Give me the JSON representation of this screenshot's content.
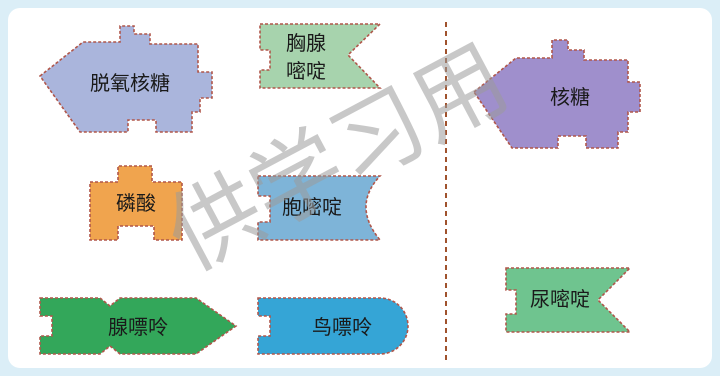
{
  "pieces": {
    "deoxyribose": {
      "label": "脱氧核糖",
      "icon": "deoxyribose-pentagon-shape",
      "color": "#aab5dc"
    },
    "thymine": {
      "label_line1": "胸腺",
      "label_line2": "嘧啶",
      "icon": "thymine-flag-shape",
      "color": "#a7d3ad"
    },
    "phosphate": {
      "label": "磷酸",
      "icon": "phosphate-block-shape",
      "color": "#f0a44e"
    },
    "cytosine": {
      "label": "胞嘧啶",
      "icon": "cytosine-notched-shape",
      "color": "#7eb4d8"
    },
    "adenine": {
      "label": "腺嘌呤",
      "icon": "adenine-arrow-shape",
      "color": "#33a75a"
    },
    "guanine": {
      "label": "鸟嘌呤",
      "icon": "guanine-rounded-shape",
      "color": "#35a5d6"
    },
    "ribose": {
      "label": "核糖",
      "icon": "ribose-pentagon-shape",
      "color": "#9f8fcc"
    },
    "uracil": {
      "label": "尿嘧啶",
      "icon": "uracil-flag-shape",
      "color": "#6fc48f"
    }
  },
  "divider": {
    "style": "dashed",
    "color": "#a0522d"
  },
  "watermark": {
    "text": "供学习用"
  },
  "outline_color": "#b0564a"
}
